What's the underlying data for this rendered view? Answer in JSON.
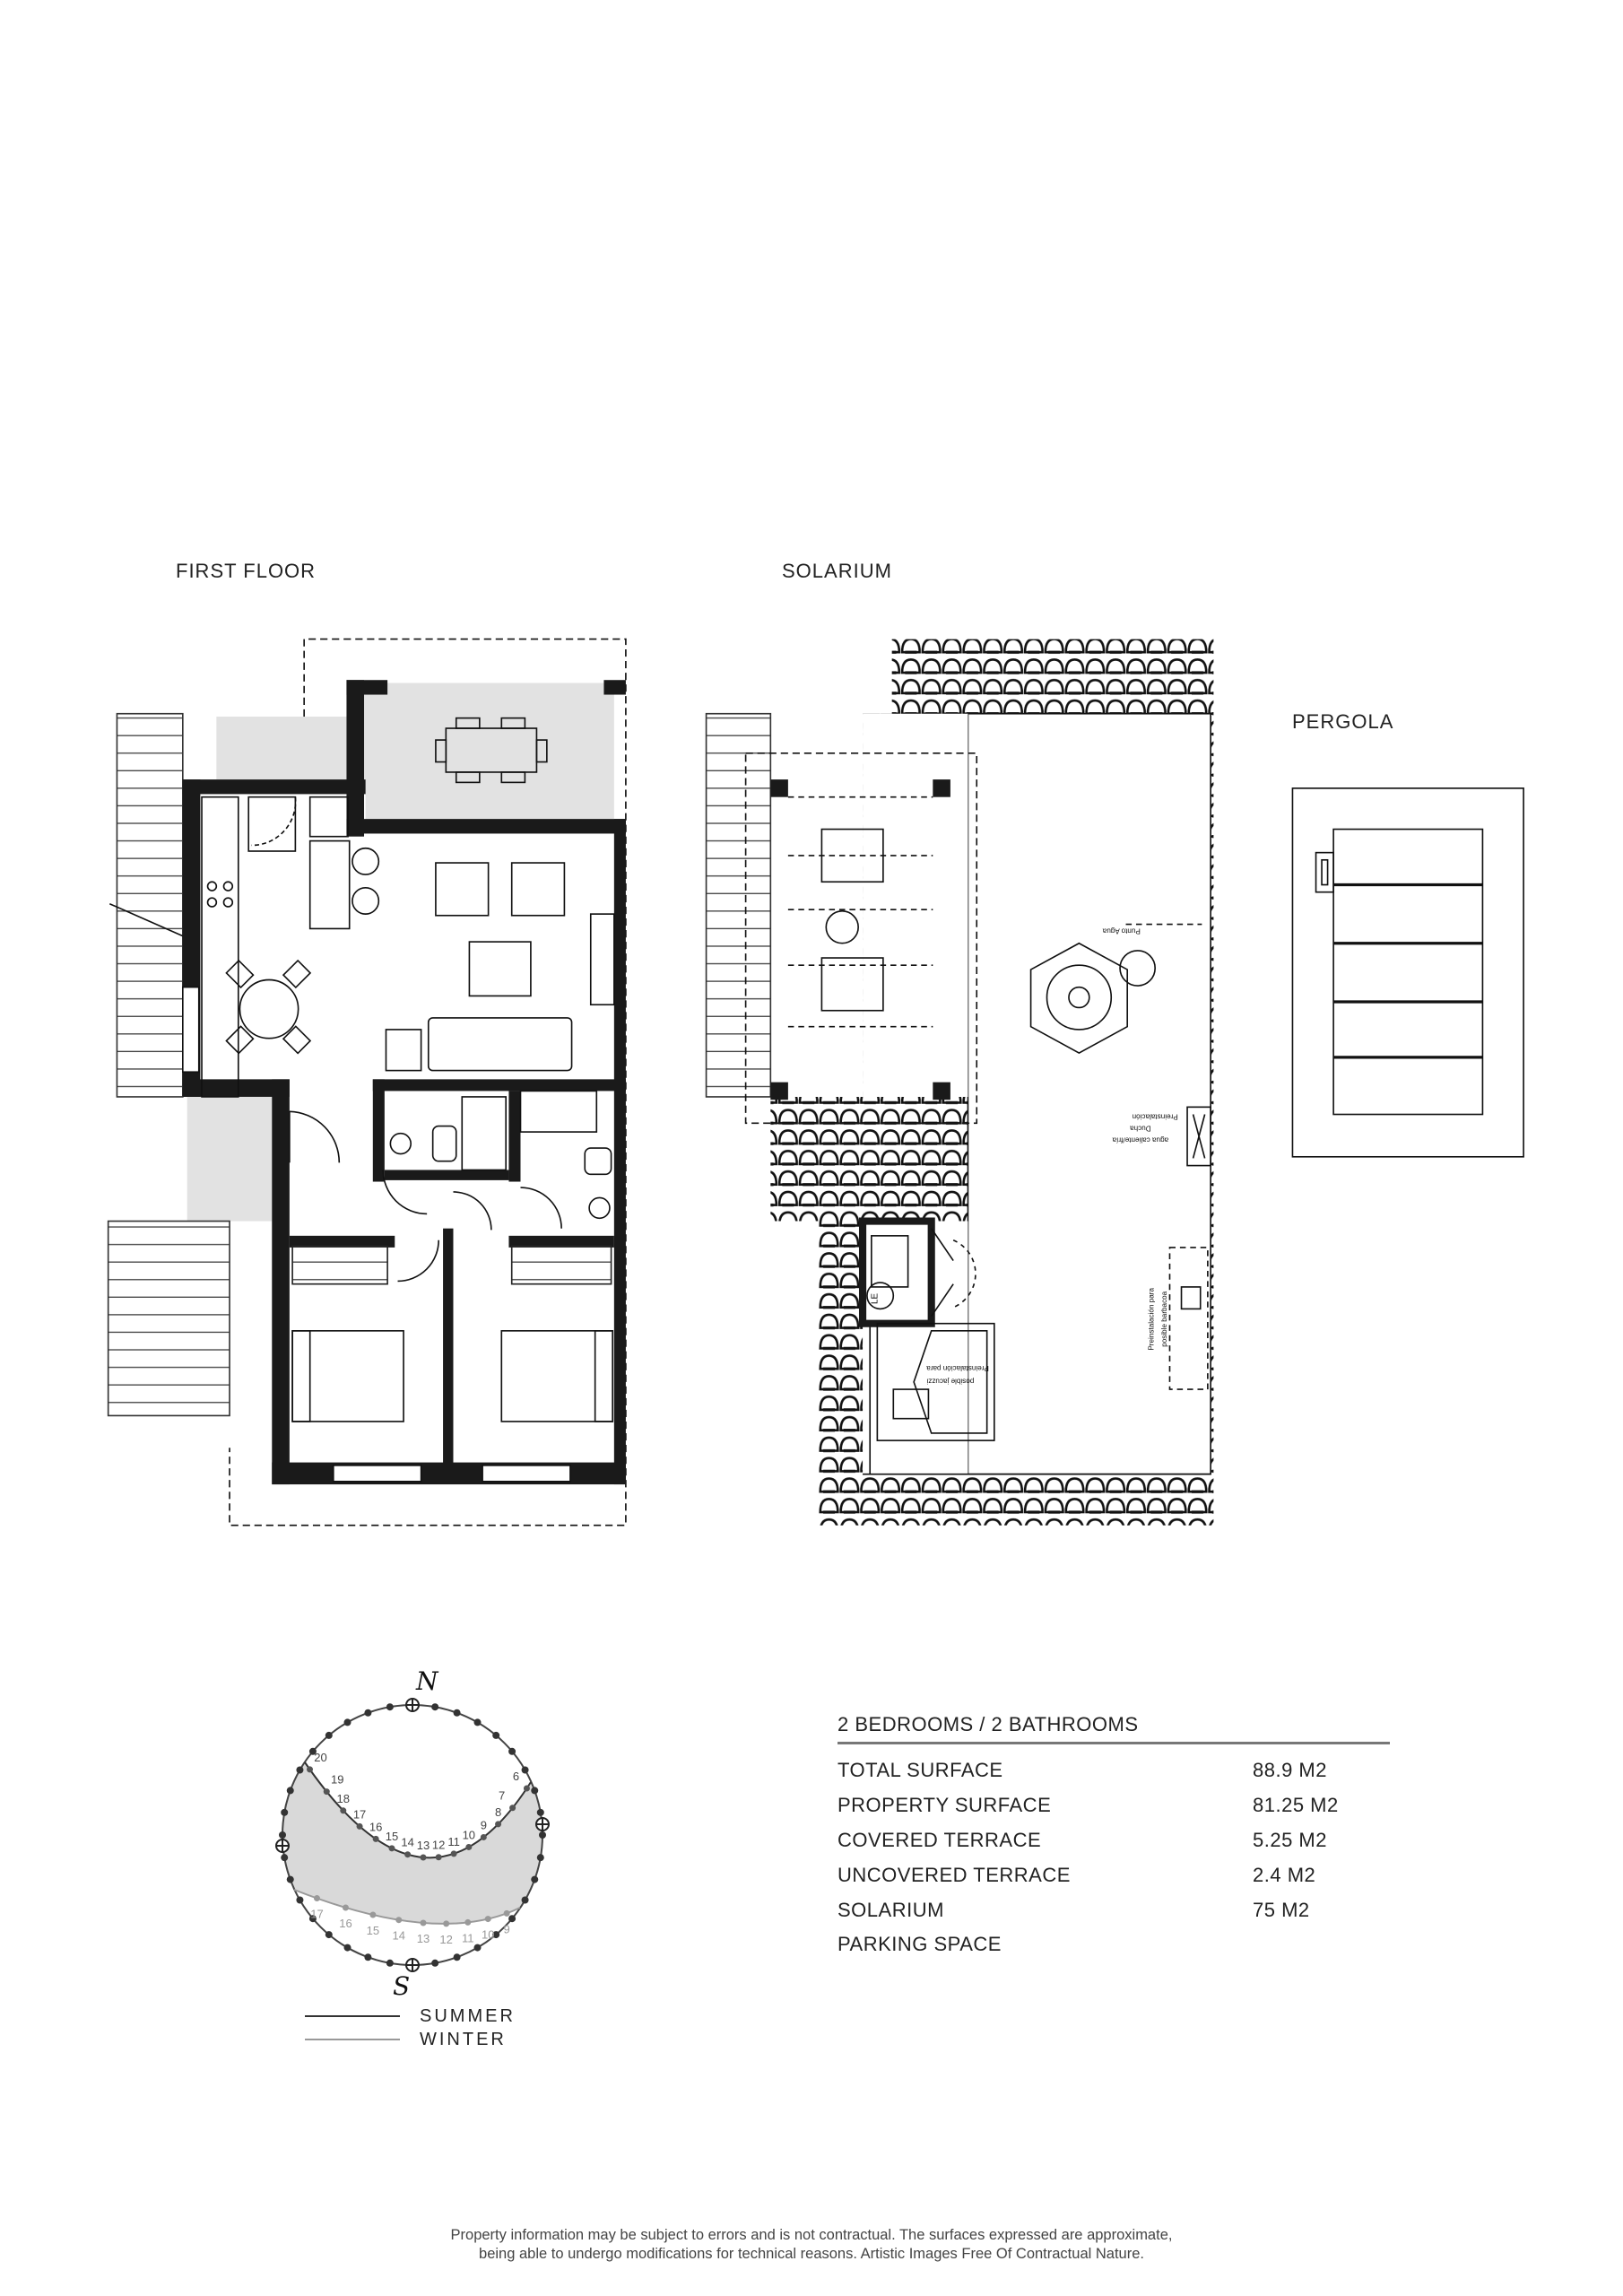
{
  "headings": {
    "first_floor": "FIRST FLOOR",
    "solarium": "SOLARIUM",
    "pergola": "PERGOLA"
  },
  "plan_labels": {
    "punto_agua": "Punto Agua",
    "ducha_1": "Preinstalación",
    "ducha_2": "Ducha",
    "ducha_3": "agua caliente/fría",
    "jacuzzi_1": "Preinstalación para",
    "jacuzzi_2": "posible jacuzzi",
    "barbacoa_1": "Preinstalación para",
    "barbacoa_2": "posible barbacoa",
    "water_heater": "LE"
  },
  "sun_chart": {
    "north": "N",
    "south": "S",
    "summer_hours": [
      "20",
      "19",
      "18",
      "17",
      "16",
      "15",
      "14",
      "13",
      "12",
      "11",
      "10",
      "9",
      "8",
      "7",
      "6"
    ],
    "winter_hours": [
      "17",
      "16",
      "15",
      "14",
      "13",
      "12",
      "11",
      "10",
      "9"
    ],
    "legend": {
      "summer": "SUMMER",
      "winter": "WINTER"
    },
    "colors": {
      "summer": "#333333",
      "winter": "#999999",
      "fill": "#d9d9d9"
    }
  },
  "specs": {
    "heading": "2 BEDROOMS / 2 BATHROOMS",
    "rows": [
      {
        "label": "TOTAL SURFACE",
        "value": "88.9 M2"
      },
      {
        "label": "PROPERTY SURFACE",
        "value": "81.25 M2"
      },
      {
        "label": "COVERED TERRACE",
        "value": "5.25 M2"
      },
      {
        "label": "UNCOVERED TERRACE",
        "value": "2.4 M2"
      },
      {
        "label": "SOLARIUM",
        "value": "75 M2"
      },
      {
        "label": "PARKING SPACE",
        "value": ""
      }
    ]
  },
  "footer": {
    "line1": "Property information may be subject to errors and is not contractual. The surfaces expressed are approximate,",
    "line2": "being able to undergo modifications for technical reasons. Artistic Images Free Of Contractual Nature."
  }
}
